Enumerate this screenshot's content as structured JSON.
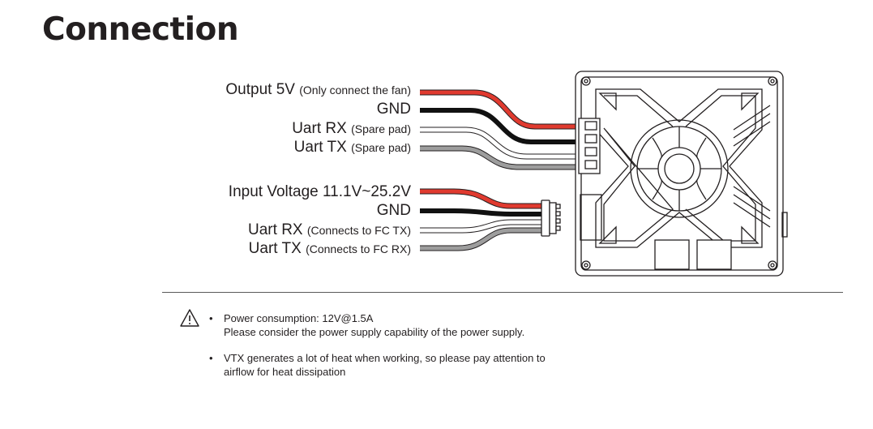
{
  "title": "Connection",
  "group1": [
    {
      "label": "Output 5V",
      "note": "(Only connect the fan)"
    },
    {
      "label": "GND",
      "note": ""
    },
    {
      "label": "Uart RX",
      "note": "(Spare pad)"
    },
    {
      "label": "Uart TX",
      "note": "(Spare pad)"
    }
  ],
  "group2": [
    {
      "label": "Input Voltage 11.1V~25.2V",
      "note": ""
    },
    {
      "label": "GND",
      "note": ""
    },
    {
      "label": "Uart RX",
      "note": "(Connects to FC TX)"
    },
    {
      "label": "Uart TX",
      "note": "(Connects to FC RX)"
    }
  ],
  "wire_colors": {
    "red": "#e03a2f",
    "black": "#111111",
    "white": "#ffffff",
    "gray": "#9d9d9d",
    "outline": "#231f20"
  },
  "icons": {
    "warning": "warning-triangle-icon",
    "device": "vtx-module-icon"
  },
  "notes": [
    {
      "lines": [
        "Power consumption: 12V@1.5A",
        "Please consider the power supply capability of the power supply."
      ]
    },
    {
      "lines": [
        "VTX generates a lot of heat when working, so please pay attention to",
        "airflow for heat dissipation"
      ]
    }
  ]
}
